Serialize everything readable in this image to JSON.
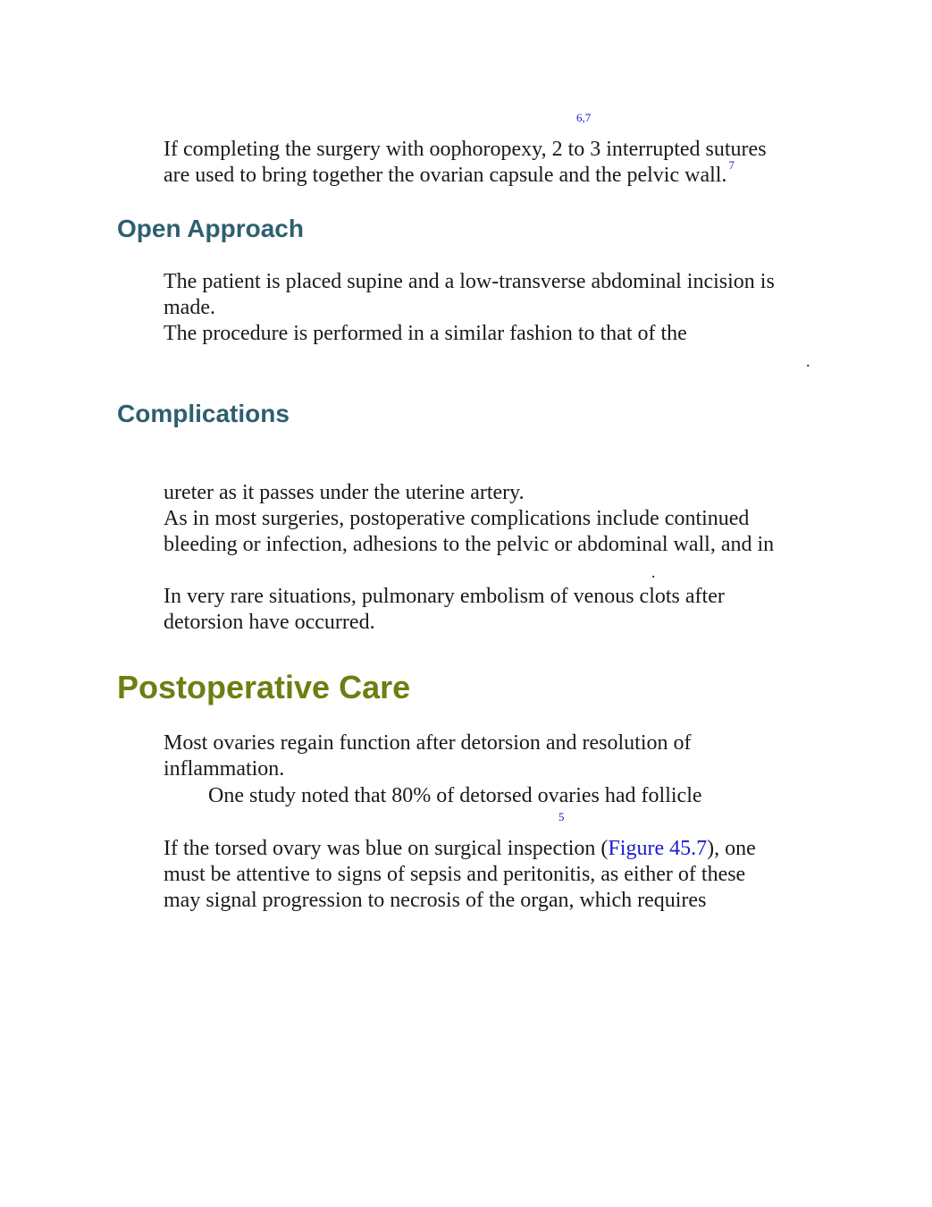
{
  "refs": {
    "top": "6,7",
    "wall": "7",
    "follicle": "5"
  },
  "oophoropexy": {
    "line1": "If completing the surgery with oophoropexy, 2 to 3 interrupted sutures",
    "line2": "are used to bring together the ovarian capsule and the pelvic wall."
  },
  "open_approach": {
    "heading": "Open Approach",
    "line1": "The patient is placed supine and a low-transverse abdominal incision is",
    "line2": "made.",
    "line3": "The procedure is performed in a similar fashion to that of the",
    "trailing_dot": "."
  },
  "complications": {
    "heading": "Complications",
    "line1": "ureter as it passes under the uterine artery.",
    "line2": "As in most surgeries, postoperative complications include continued",
    "line3": "bleeding or infection, adhesions to the pelvic or abdominal wall, and in",
    "trailing_dot": ".",
    "line4": "In very rare situations, pulmonary embolism of venous clots after",
    "line5": "detorsion have occurred."
  },
  "postoperative": {
    "heading": "Postoperative Care",
    "line1": "Most ovaries regain function after detorsion and resolution of",
    "line2": "inflammation.",
    "line3": "One study noted that 80% of detorsed ovaries had follicle",
    "line4_pre": "If the torsed ovary was blue on surgical inspection (",
    "line4_link": "Figure 45.7",
    "line4_post": "), one",
    "line5": "must be attentive to signs of sepsis and peritonitis, as either of these",
    "line6": "may signal progression to necrosis of the organ, which requires"
  }
}
